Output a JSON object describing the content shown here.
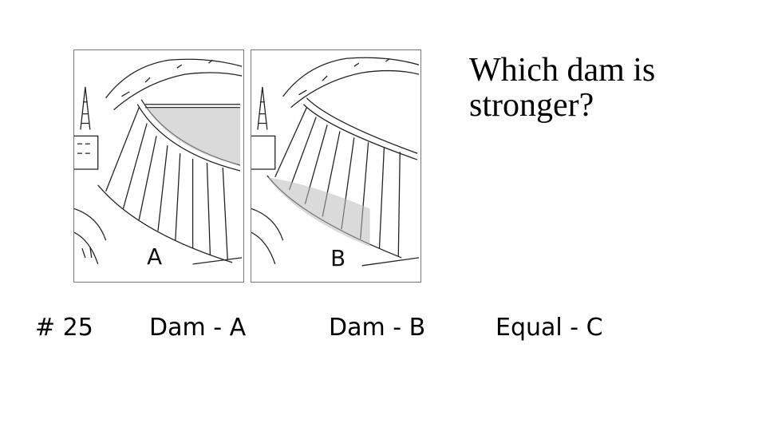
{
  "question": {
    "line1": "Which dam is",
    "line2": "stronger?"
  },
  "panels": [
    {
      "letter": "A"
    },
    {
      "letter": "B"
    }
  ],
  "bottom_row": {
    "number": "# 25",
    "option_a": "Dam - A",
    "option_b": "Dam - B",
    "option_c": "Equal - C"
  }
}
